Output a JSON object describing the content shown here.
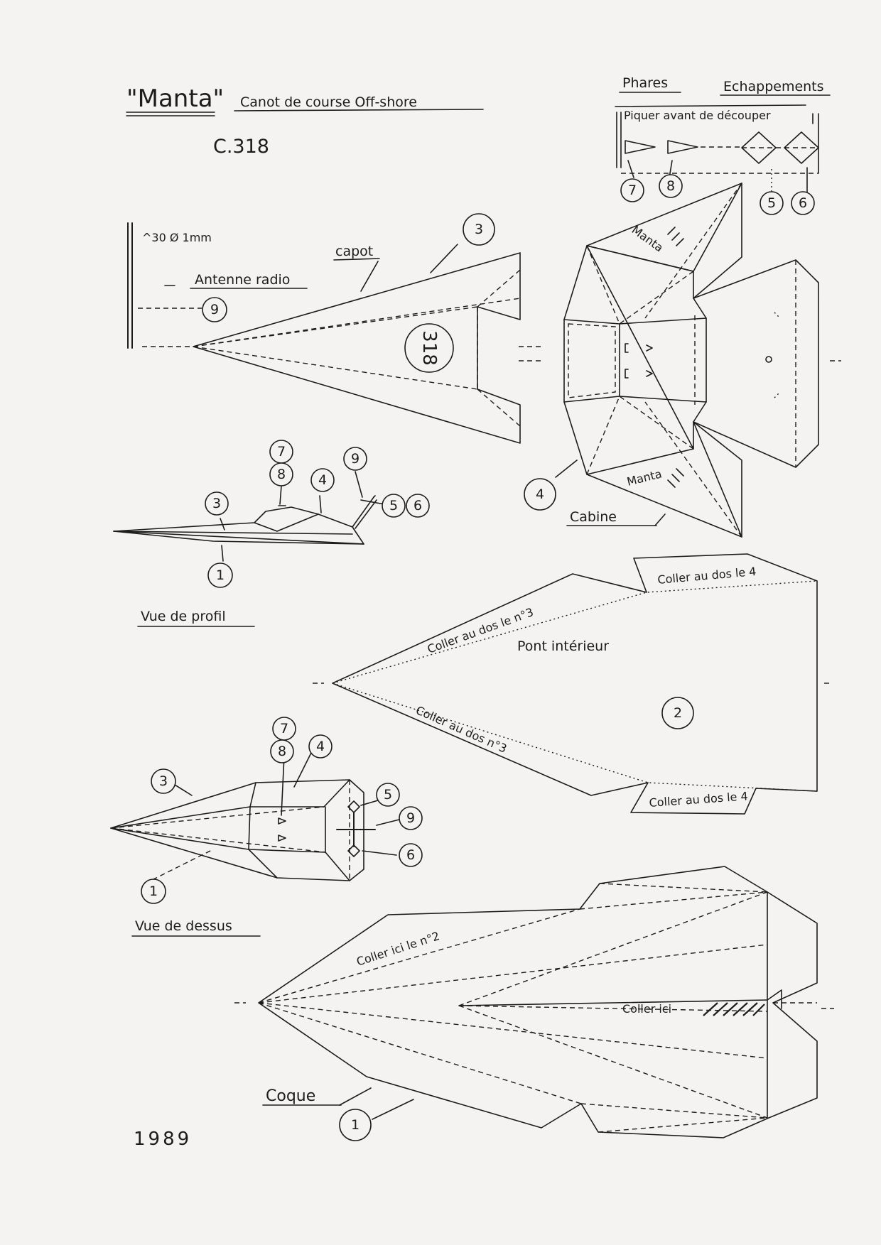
{
  "header": {
    "title": "\"Manta\"",
    "subtitle": "Canot de course Off-shore",
    "ref": "C.318",
    "year": "1989"
  },
  "parts_top": {
    "phares": "Phares",
    "echappements": "Echappements",
    "note": "Piquer avant de découper"
  },
  "antenna": {
    "spec": "^30 Ø 1mm",
    "label": "Antenne radio"
  },
  "capot": {
    "label": "capot",
    "badge": "318"
  },
  "cabine": {
    "label": "Cabine",
    "name_top": "Manta",
    "name_bottom": "Manta"
  },
  "pont": {
    "label": "Pont intérieur",
    "glue_back_4_top": "Coller au dos le 4",
    "glue_back_3_top": "Coller au dos le n°3",
    "glue_back_3_bottom": "Coller au dos n°3",
    "glue_back_4_bottom": "Coller au dos le 4"
  },
  "coque": {
    "label": "Coque",
    "glue_here_2": "Coller ici le n°2",
    "glue_here": "Coller ici"
  },
  "views": {
    "profile": "Vue de profil",
    "top": "Vue de dessus"
  },
  "markers": {
    "m1": "1",
    "m2": "2",
    "m3": "3",
    "m4": "4",
    "m5": "5",
    "m6": "6",
    "m7": "7",
    "m8": "8",
    "m9": "9"
  }
}
